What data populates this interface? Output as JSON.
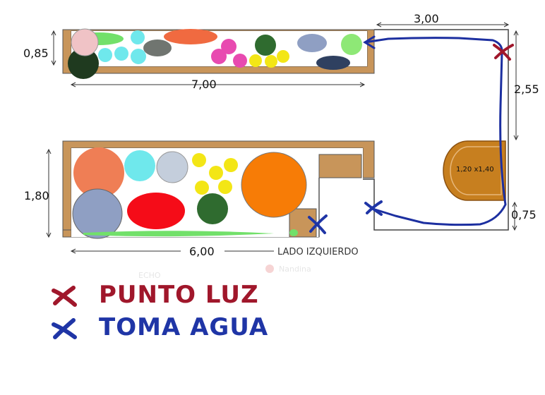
{
  "dimensions": {
    "top_width": "3,00",
    "top_depth": "0,85",
    "top_length": "7,00",
    "right_upper": "2,55",
    "right_lower": "0,75",
    "bottom_depth": "1,80",
    "bottom_length": "6,00"
  },
  "labels": {
    "table_size": "1,20 x1,40",
    "side_note": "LADO IZQUIERDO",
    "faint_1": "ECHO",
    "faint_2": "Nandina"
  },
  "legend": [
    {
      "label": "PUNTO LUZ",
      "color": "#a0172b",
      "icon": "cross-icon"
    },
    {
      "label": "TOMA AGUA",
      "color": "#1f35a6",
      "icon": "cross-icon"
    }
  ],
  "colors": {
    "planter_wood": "#c8955a",
    "irrigation_line": "#1c2fa0",
    "light_point": "#a0172b",
    "water_point": "#1f35a6"
  }
}
